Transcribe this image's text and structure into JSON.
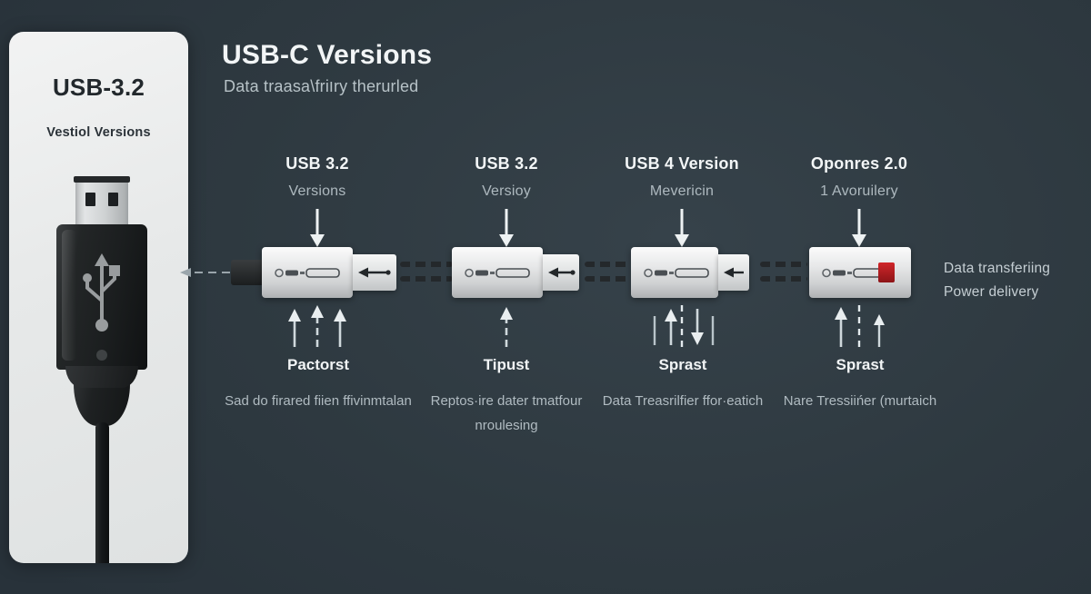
{
  "theme": {
    "background": "#2f3b42",
    "card_bg": "#eceeee",
    "text_primary": "#f2f5f6",
    "text_muted": "#b0bbc1",
    "connector_silver": "#e7e8e9",
    "accent_red": "#c2262a"
  },
  "card": {
    "title": "USB-3.2",
    "subtitle": "Vestiol Versions",
    "illustration": "usb-a-cable"
  },
  "header": {
    "title": "USB-C Versions",
    "subtitle": "Data traasa\\friוry therurled"
  },
  "right_labels": [
    "Data transferiing",
    "Power delivery"
  ],
  "columns": [
    {
      "title": "USB 3.2",
      "subtitle": "Versions",
      "foot_title": "Pactorst",
      "foot_desc": "Sad do firared fiien ffivinmtalan",
      "top_arrow": "down",
      "bottom_arrows": "up-up-up",
      "connector_tip": "arrow-left"
    },
    {
      "title": "USB 3.2",
      "subtitle": "Versioy",
      "foot_title": "Tipust",
      "foot_desc": "Reptos·ire dater tmatfour nroulesing",
      "top_arrow": "down",
      "bottom_arrows": "up",
      "connector_tip": "arrow-left"
    },
    {
      "title": "USB 4 Version",
      "subtitle": "Mevericin",
      "foot_title": "Sprast",
      "foot_desc": "Data Treasrilfier ffor·eatich",
      "top_arrow": "down",
      "bottom_arrows": "up-divider-down",
      "connector_tip": "arrow-left"
    },
    {
      "title": "Oponres 2.0",
      "subtitle": "1 Avoruilery",
      "foot_title": "Sprast",
      "foot_desc": "Nare Tressiińer (murtaich",
      "top_arrow": "down",
      "bottom_arrows": "up-divider-up",
      "connector_tip": "red-block"
    }
  ]
}
